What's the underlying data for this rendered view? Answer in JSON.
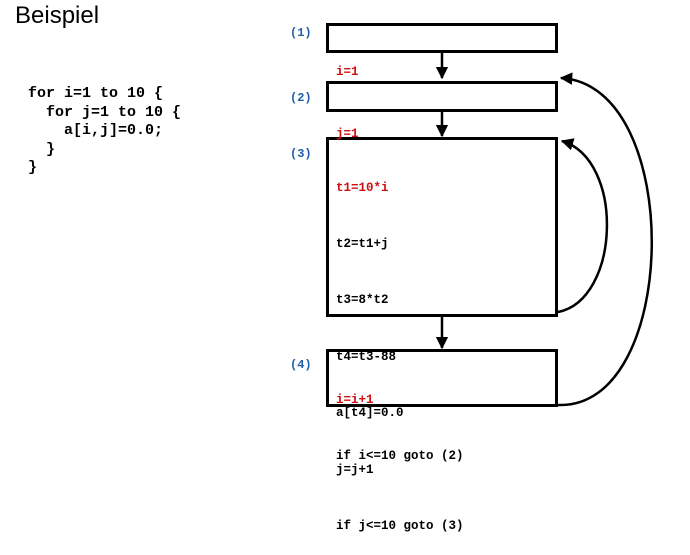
{
  "title": "Beispiel",
  "source_code": [
    "for i=1 to 10 {",
    "  for j=1 to 10 {",
    "    a[i,j]=0.0;",
    "  }",
    "}"
  ],
  "blocks": [
    {
      "label": "(1)",
      "lines": [
        {
          "text": "i=1",
          "highlight": true
        }
      ]
    },
    {
      "label": "(2)",
      "lines": [
        {
          "text": "j=1",
          "highlight": true
        }
      ]
    },
    {
      "label": "(3)",
      "lines": [
        {
          "text": "t1=10*i",
          "highlight": true
        },
        {
          "text": "t2=t1+j",
          "highlight": false
        },
        {
          "text": "t3=8*t2",
          "highlight": false
        },
        {
          "text": "t4=t3-88",
          "highlight": false
        },
        {
          "text": "a[t4]=0.0",
          "highlight": false
        },
        {
          "text": "j=j+1",
          "highlight": false
        },
        {
          "text": "if j<=10 goto (3)",
          "highlight": false
        }
      ]
    },
    {
      "label": "(4)",
      "lines": [
        {
          "text": "i=i+1",
          "highlight": true
        },
        {
          "text": "if i<=10 goto (2)",
          "highlight": false
        }
      ]
    }
  ],
  "colors": {
    "label": "#1f5fa8",
    "highlight": "#d01010",
    "text": "#000000"
  }
}
